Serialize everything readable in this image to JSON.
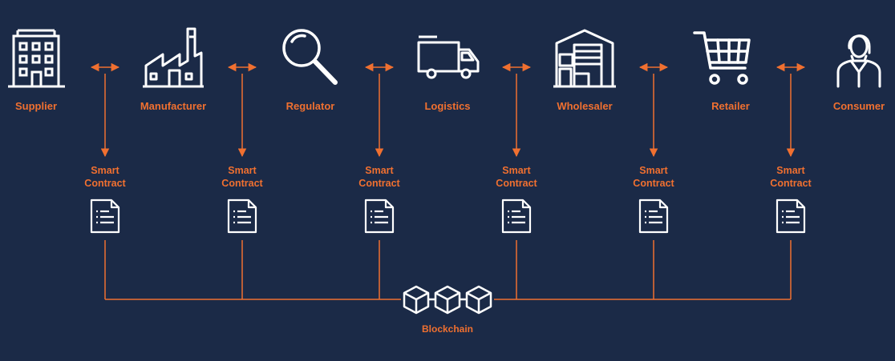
{
  "diagram": {
    "nodes": [
      {
        "label": "Supplier",
        "icon": "office-building-icon"
      },
      {
        "label": "Manufacturer",
        "icon": "factory-icon"
      },
      {
        "label": "Regulator",
        "icon": "magnifier-icon"
      },
      {
        "label": "Logistics",
        "icon": "delivery-truck-icon"
      },
      {
        "label": "Wholesaler",
        "icon": "warehouse-icon"
      },
      {
        "label": "Retailer",
        "icon": "shopping-cart-icon"
      },
      {
        "label": "Consumer",
        "icon": "person-icon"
      }
    ],
    "contract": {
      "line1": "Smart",
      "line2": "Contract",
      "icon": "document-icon"
    },
    "hub": {
      "label": "Blockchain",
      "icon": "blockchain-cubes-icon"
    },
    "colors": {
      "background": "#1b2a47",
      "accent": "#f07030",
      "icon": "#ffffff"
    }
  }
}
